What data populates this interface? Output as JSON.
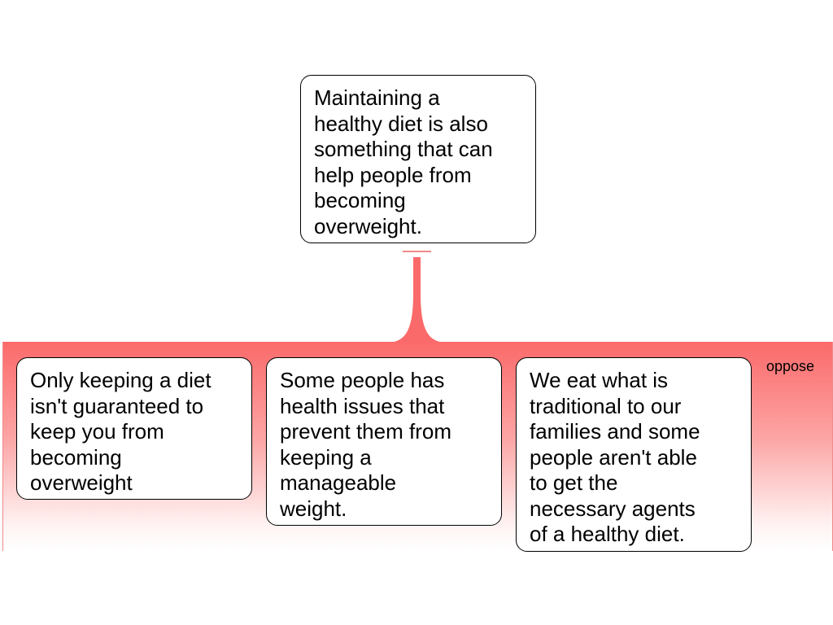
{
  "diagram": {
    "main_claim": {
      "text": "Maintaining a\nhealthy diet is also\nsomething that can\nhelp people from\nbecoming\noverweight."
    },
    "group": {
      "label": "oppose",
      "color": "#fb6a6a"
    },
    "objections": [
      {
        "text": "Only keeping a diet\nisn't guaranteed to\nkeep you from\nbecoming\noverweight"
      },
      {
        "text": "Some people has\nhealth issues that\nprevent them from\nkeeping a\nmanageable\nweight."
      },
      {
        "text": "We eat what is\ntraditional to our\nfamilies and some\npeople aren't able\nto get the\nnecessary agents\nof a healthy diet."
      }
    ]
  }
}
